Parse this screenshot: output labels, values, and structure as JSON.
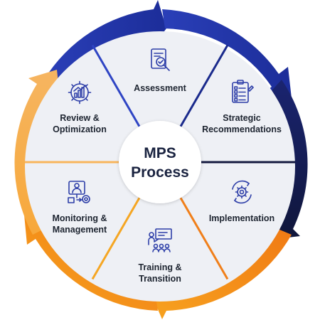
{
  "center": {
    "line1": "MPS",
    "line2": "Process"
  },
  "segments": [
    {
      "id": "assessment",
      "lines": [
        "Assessment"
      ],
      "icon": "document-magnifier-icon"
    },
    {
      "id": "strategic",
      "lines": [
        "Strategic",
        "Recommendations"
      ],
      "icon": "checklist-icon"
    },
    {
      "id": "implementation",
      "lines": [
        "Implementation"
      ],
      "icon": "gear-cycle-icon"
    },
    {
      "id": "training",
      "lines": [
        "Training &",
        "Transition"
      ],
      "icon": "presentation-board-icon"
    },
    {
      "id": "monitoring",
      "lines": [
        "Monitoring &",
        "Management"
      ],
      "icon": "person-gear-icon"
    },
    {
      "id": "review",
      "lines": [
        "Review &",
        "Optimization"
      ],
      "icon": "gear-chart-icon"
    }
  ],
  "colors": {
    "blue": "#2f45c4",
    "blue_dark": "#1a2a8c",
    "navy": "#141a40",
    "orange": "#f5a623",
    "orange_deep": "#f07f1a",
    "orange_light": "#f8b55c",
    "segment_fill": "#eef0f5",
    "icon": "#2d3ea8"
  }
}
